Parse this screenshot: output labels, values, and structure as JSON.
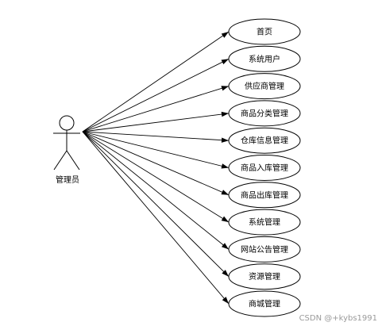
{
  "actor": {
    "label": "管理员"
  },
  "use_cases": [
    {
      "label": "首页"
    },
    {
      "label": "系统用户"
    },
    {
      "label": "供应商管理"
    },
    {
      "label": "商品分类管理"
    },
    {
      "label": "仓库信息管理"
    },
    {
      "label": "商品入库管理"
    },
    {
      "label": "商品出库管理"
    },
    {
      "label": "系统管理"
    },
    {
      "label": "网站公告管理"
    },
    {
      "label": "资源管理"
    },
    {
      "label": "商城管理"
    }
  ],
  "watermark": "CSDN @+kybs1991"
}
